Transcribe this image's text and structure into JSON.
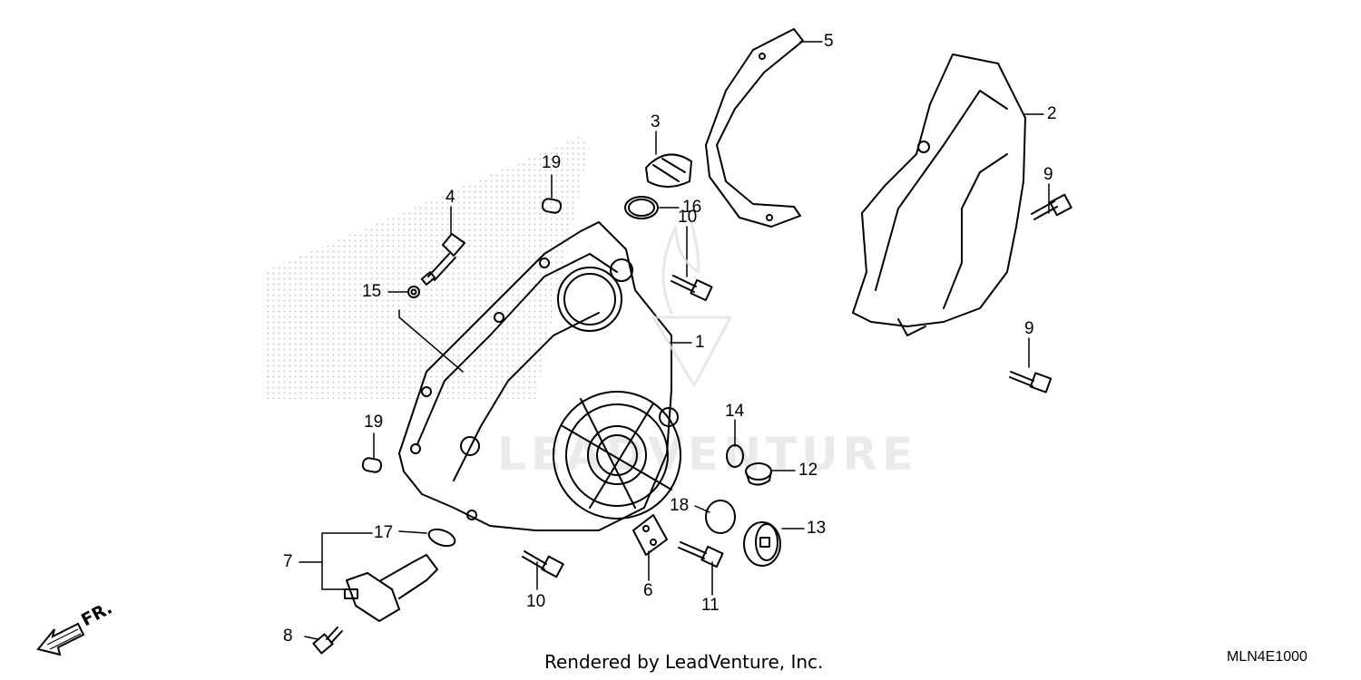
{
  "diagram": {
    "callouts": [
      "1",
      "2",
      "3",
      "4",
      "5",
      "6",
      "7",
      "8",
      "9",
      "9",
      "10",
      "10",
      "11",
      "12",
      "13",
      "14",
      "15",
      "16",
      "17",
      "18",
      "19",
      "19"
    ],
    "direction_label": "FR.",
    "credit": "Rendered by LeadVenture, Inc.",
    "drawing_code": "MLN4E1000",
    "watermark_text": "LEADVENTURE",
    "colors": {
      "line": "#000000",
      "dot_pattern": "#c8c8c8",
      "watermark": "#d9d9d9"
    }
  }
}
